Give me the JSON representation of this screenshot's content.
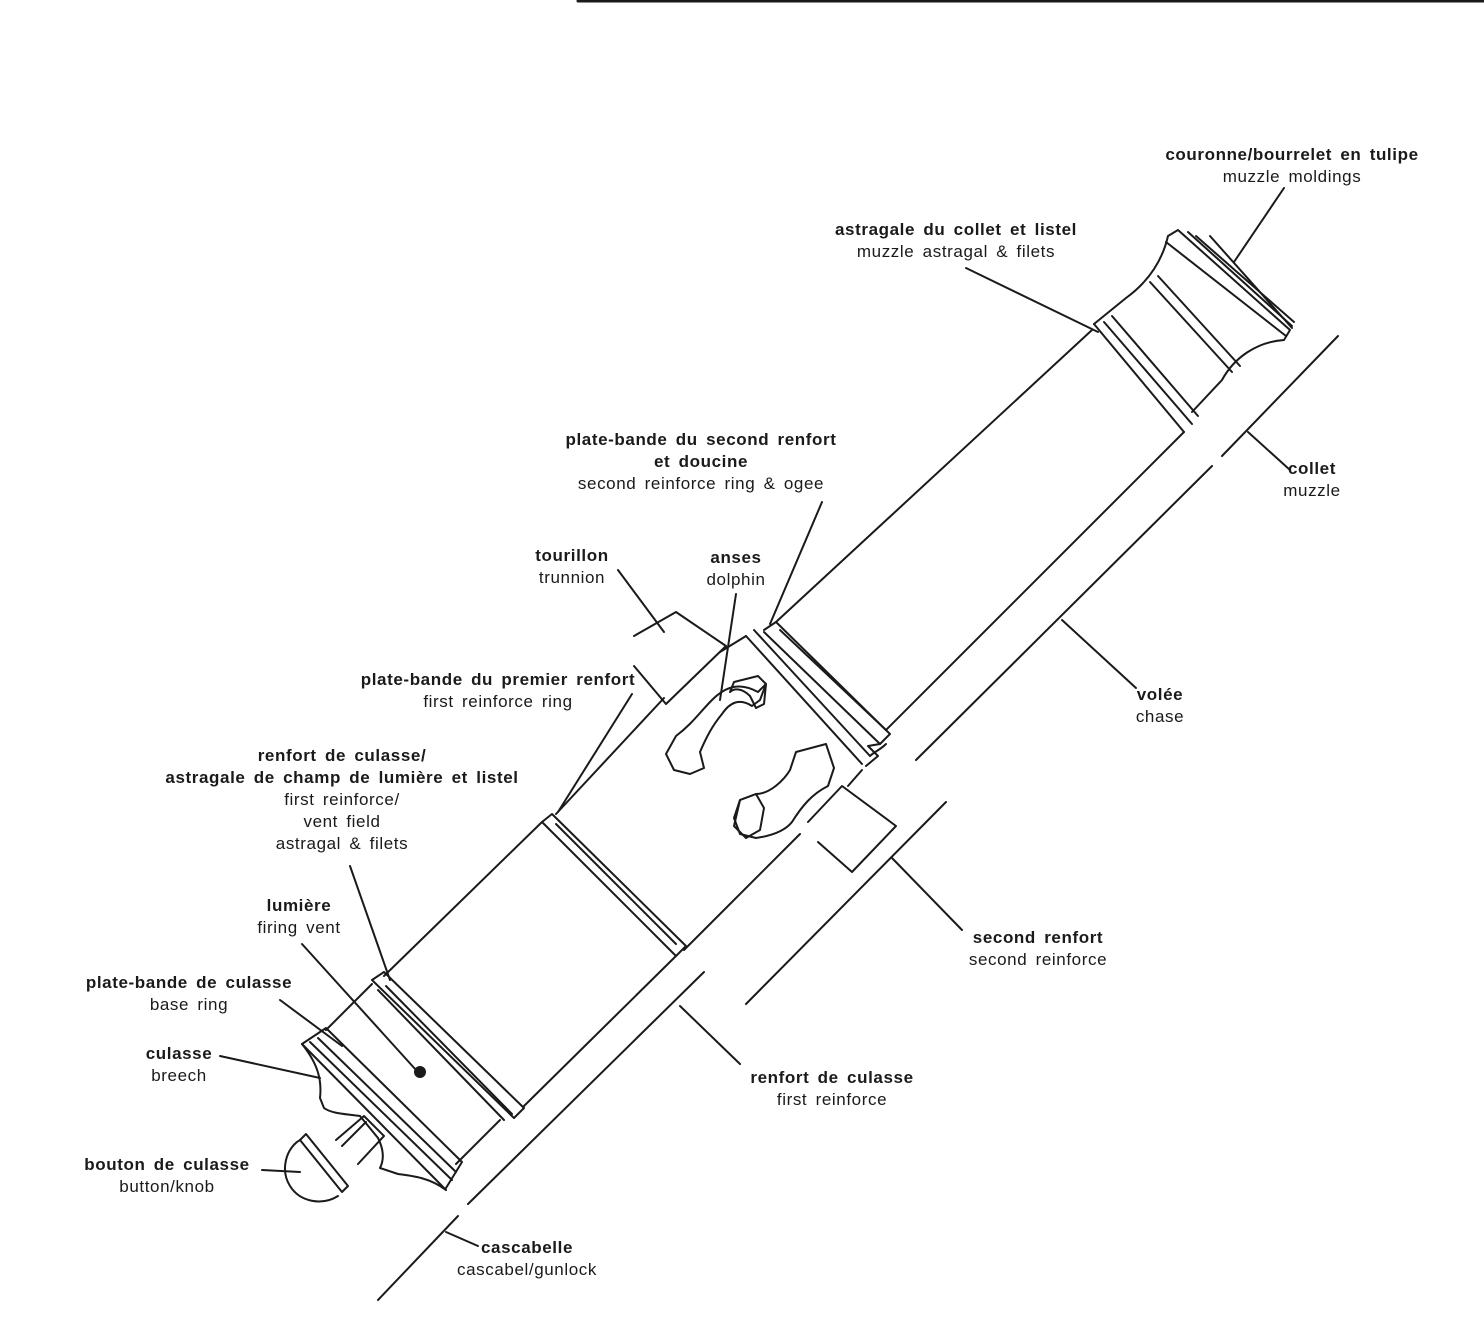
{
  "labels": [
    {
      "id": "couronne",
      "fr": "couronne/bourrelet en tulipe",
      "en": "muzzle moldings"
    },
    {
      "id": "astragale-collet",
      "fr": "astragale du collet et listel",
      "en": "muzzle astragal & filets"
    },
    {
      "id": "collet",
      "fr": "collet",
      "en": "muzzle"
    },
    {
      "id": "plate-bande-second",
      "fr": "plate-bande du second renfort",
      "fr2": "et doucine",
      "en": "second reinforce ring & ogee"
    },
    {
      "id": "tourillon",
      "fr": "tourillon",
      "en": "trunnion"
    },
    {
      "id": "anses",
      "fr": "anses",
      "en": "dolphin"
    },
    {
      "id": "volee",
      "fr": "volée",
      "en": "chase"
    },
    {
      "id": "plate-bande-premier",
      "fr": "plate-bande du premier renfort",
      "en": "first reinforce ring"
    },
    {
      "id": "renfort-culasse-astragale",
      "fr": "renfort de culasse/",
      "fr2": "astragale de champ de lumière et listel",
      "en": "first reinforce/",
      "en2": "vent field",
      "en3": "astragal & filets"
    },
    {
      "id": "second-renfort",
      "fr": "second renfort",
      "en": "second reinforce"
    },
    {
      "id": "lumiere",
      "fr": "lumière",
      "en": "firing vent"
    },
    {
      "id": "plate-bande-culasse",
      "fr": "plate-bande de culasse",
      "en": "base ring"
    },
    {
      "id": "culasse",
      "fr": "culasse",
      "en": "breech"
    },
    {
      "id": "renfort-culasse",
      "fr": "renfort de culasse",
      "en": "first reinforce"
    },
    {
      "id": "bouton",
      "fr": "bouton de culasse",
      "en": "button/knob"
    },
    {
      "id": "cascabelle",
      "fr": "cascabelle",
      "en": "cascabel/gunlock"
    }
  ]
}
